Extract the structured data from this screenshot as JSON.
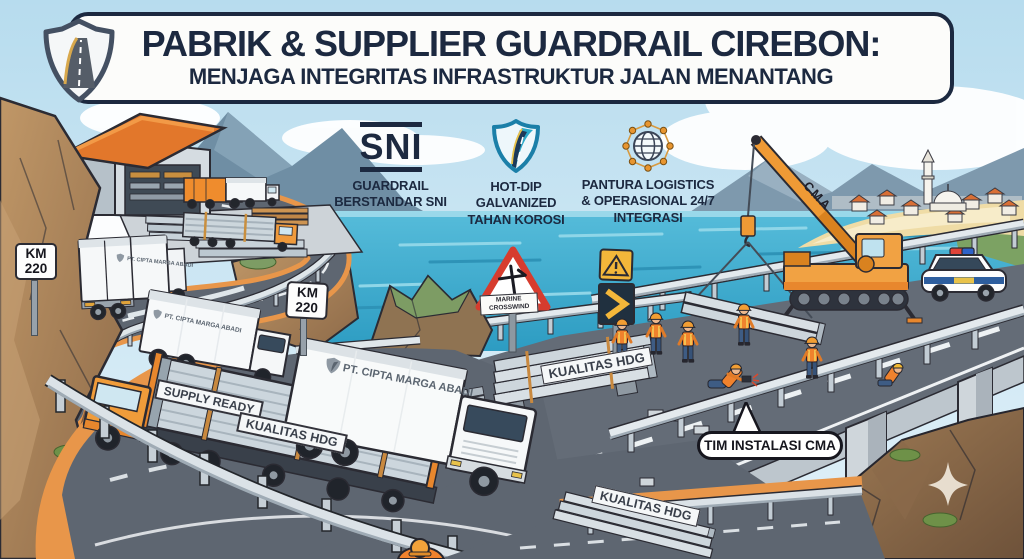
{
  "banner": {
    "title": "PABRIK & SUPPLIER GUARDRAIL CIREBON:",
    "subtitle": "MENJAGA INTEGRITAS INFRASTRUKTUR JALAN MENANTANG"
  },
  "features": [
    {
      "logo_text": "SNI",
      "lines": [
        "GUARDRAIL",
        "BERSTANDAR SNI"
      ]
    },
    {
      "lines": [
        "HOT-DIP",
        "GALVANIZED",
        "TAHAN KOROSI"
      ]
    },
    {
      "lines": [
        "PANTURA LOGISTICS",
        "& OPERASIONAL 24/7",
        "INTEGRASI"
      ]
    }
  ],
  "road_signs": {
    "km_marker": {
      "line1": "KM",
      "line2": "220"
    },
    "crosswind_plate": {
      "line1": "MARINE",
      "line2": "CROSSWIND"
    }
  },
  "labels": {
    "supply_ready": "SUPPLY READY",
    "kualitas_hdg": "KUALITAS HDG",
    "company_name": "PT. CIPTA MARGA ABADI",
    "crane_brand": "CMA",
    "install_team": "TIM INSTALASI CMA"
  },
  "colors": {
    "navy": "#1c2940",
    "sea": "#3fb0d4",
    "accent_orange": "#ef9a35",
    "vest_orange": "#f0822d"
  }
}
